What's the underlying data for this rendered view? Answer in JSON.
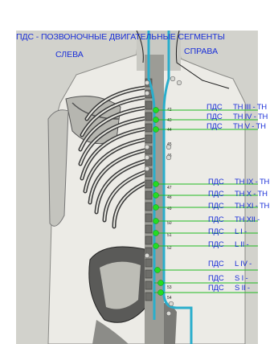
{
  "title": "ПДС - ПОЗВОНОЧНЫЕ ДВИГАТЕЛЬНЫЕ СЕГМЕНТЫ",
  "left_label": "СЛЕВА",
  "right_label": "СПРАВА",
  "colors": {
    "text": "#1a2fd8",
    "point": "#22dd22",
    "line": "#22bb22",
    "channel": "#2aaecc"
  },
  "segments": [
    {
      "prefix": "ПДС",
      "name": "TH III - TH"
    },
    {
      "prefix": "ПДС",
      "name": "TH IV - TH"
    },
    {
      "prefix": "ПДС",
      "name": "TH V - TH"
    },
    {
      "prefix": "ПДС",
      "name": "TH IX - TH"
    },
    {
      "prefix": "ПДС",
      "name": "TH X - TH"
    },
    {
      "prefix": "ПДС",
      "name": "TH XI - TH"
    },
    {
      "prefix": "ПДС",
      "name": "TH XII -"
    },
    {
      "prefix": "ПДС",
      "name": "L I -"
    },
    {
      "prefix": "ПДС",
      "name": "L II -"
    },
    {
      "prefix": "ПДС",
      "name": "L IV -"
    },
    {
      "prefix": "ПДС",
      "name": "S I -"
    },
    {
      "prefix": "ПДС",
      "name": "S II -"
    }
  ],
  "spine_numbers": [
    "42",
    "43",
    "44",
    "45",
    "46",
    "47",
    "48",
    "49",
    "50",
    "51",
    "52",
    "53",
    "54"
  ]
}
